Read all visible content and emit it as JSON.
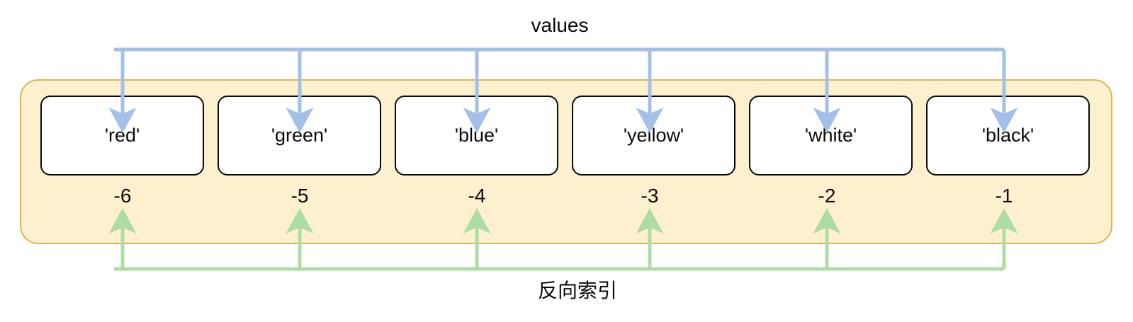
{
  "diagram": {
    "top_caption": "values",
    "bottom_caption": "反向索引",
    "colors": {
      "container_fill": "#FDF0CE",
      "container_stroke": "#D6B656",
      "cell_fill": "#FFFFFF",
      "cell_stroke": "#0A0A0A",
      "values_arrow": "#A3C0E8",
      "index_arrow": "#AEDDA3",
      "text": "#0A0A0A"
    },
    "cells": [
      {
        "value": "'red'",
        "index": "-6"
      },
      {
        "value": "'green'",
        "index": "-5"
      },
      {
        "value": "'blue'",
        "index": "-4"
      },
      {
        "value": "'yellow'",
        "index": "-3"
      },
      {
        "value": "'white'",
        "index": "-2"
      },
      {
        "value": "'black'",
        "index": "-1"
      }
    ]
  },
  "chart_data": {
    "type": "table",
    "title": "values",
    "annotations": [
      "values",
      "反向索引"
    ],
    "categories": [
      "-6",
      "-5",
      "-4",
      "-3",
      "-2",
      "-1"
    ],
    "values": [
      "'red'",
      "'green'",
      "'blue'",
      "'yellow'",
      "'white'",
      "'black'"
    ],
    "xlabel": "反向索引",
    "ylabel": "values",
    "grid": false,
    "legend": "none"
  }
}
